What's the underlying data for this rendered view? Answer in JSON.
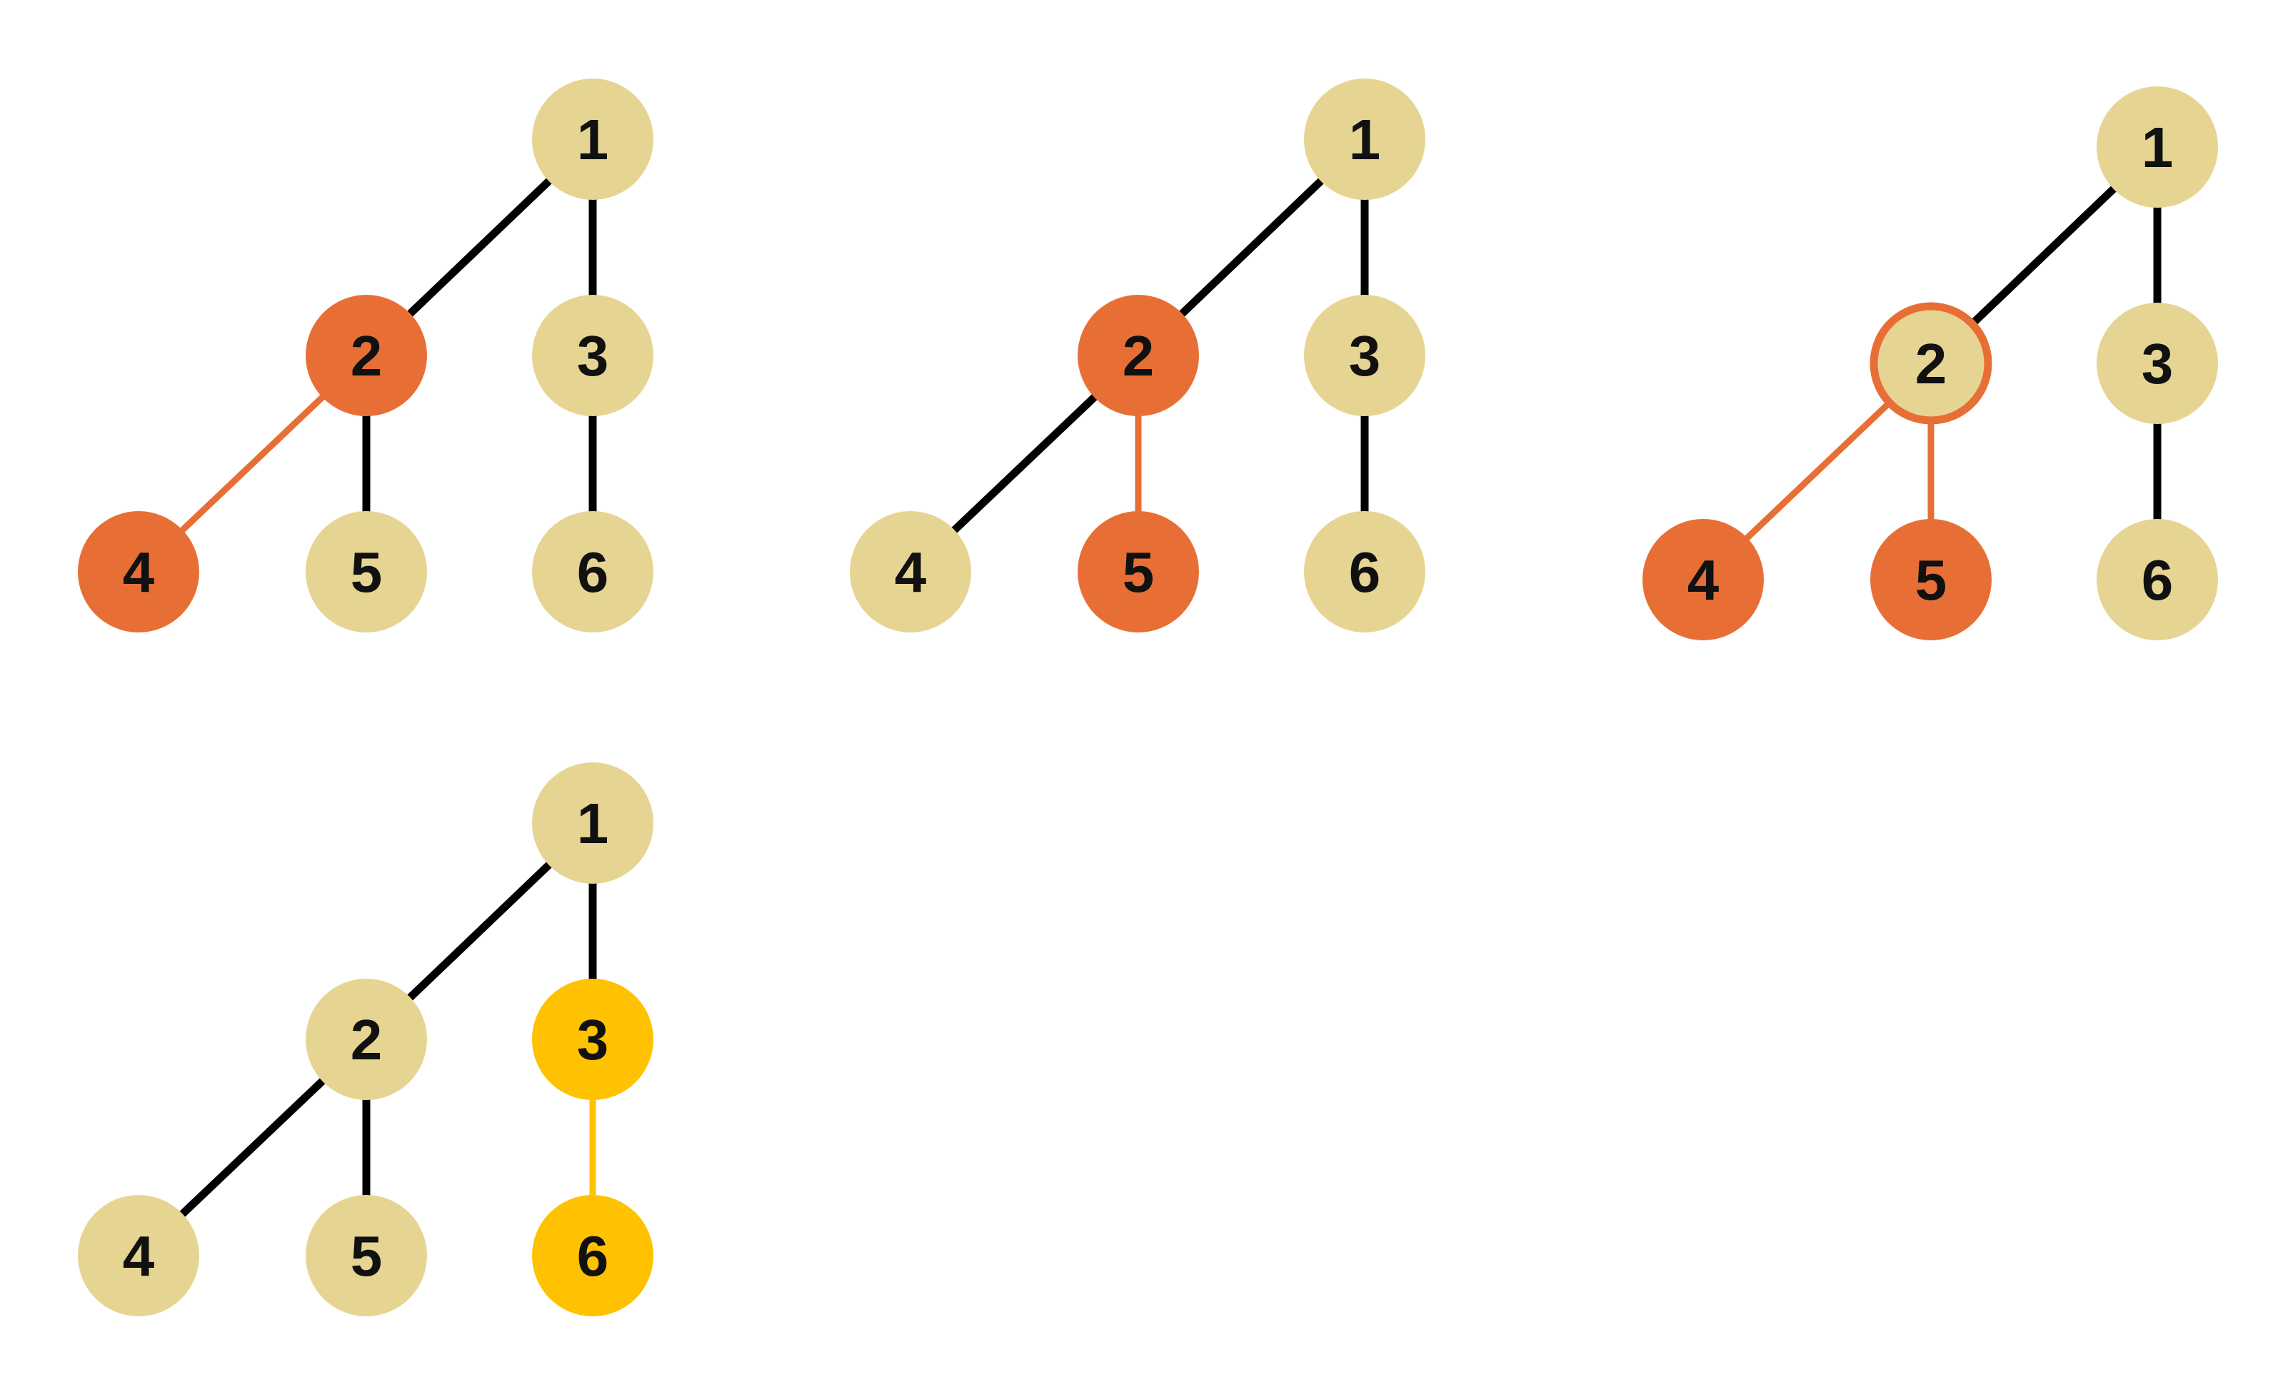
{
  "colors": {
    "background": "#ffffff",
    "node_default": "#e6d592",
    "node_highlight": "#e76f36",
    "node_alt_highlight": "#fec200",
    "edge_default": "#000000",
    "edge_highlight": "#e76f36",
    "edge_alt_highlight": "#fec200",
    "label": "#111111"
  },
  "diagrams": [
    {
      "nodes": [
        {
          "id": "1",
          "label": "1",
          "state": "default"
        },
        {
          "id": "2",
          "label": "2",
          "state": "highlight"
        },
        {
          "id": "3",
          "label": "3",
          "state": "default"
        },
        {
          "id": "4",
          "label": "4",
          "state": "highlight"
        },
        {
          "id": "5",
          "label": "5",
          "state": "default"
        },
        {
          "id": "6",
          "label": "6",
          "state": "default"
        }
      ],
      "edges": [
        {
          "from": "1",
          "to": "2",
          "state": "default"
        },
        {
          "from": "1",
          "to": "3",
          "state": "default"
        },
        {
          "from": "2",
          "to": "4",
          "state": "highlight"
        },
        {
          "from": "2",
          "to": "5",
          "state": "default"
        },
        {
          "from": "3",
          "to": "6",
          "state": "default"
        }
      ]
    },
    {
      "nodes": [
        {
          "id": "1",
          "label": "1",
          "state": "default"
        },
        {
          "id": "2",
          "label": "2",
          "state": "highlight"
        },
        {
          "id": "3",
          "label": "3",
          "state": "default"
        },
        {
          "id": "4",
          "label": "4",
          "state": "default"
        },
        {
          "id": "5",
          "label": "5",
          "state": "highlight"
        },
        {
          "id": "6",
          "label": "6",
          "state": "default"
        }
      ],
      "edges": [
        {
          "from": "1",
          "to": "2",
          "state": "default"
        },
        {
          "from": "1",
          "to": "3",
          "state": "default"
        },
        {
          "from": "2",
          "to": "4",
          "state": "default"
        },
        {
          "from": "2",
          "to": "5",
          "state": "highlight"
        },
        {
          "from": "3",
          "to": "6",
          "state": "default"
        }
      ]
    },
    {
      "nodes": [
        {
          "id": "1",
          "label": "1",
          "state": "default"
        },
        {
          "id": "2",
          "label": "2",
          "state": "outlined"
        },
        {
          "id": "3",
          "label": "3",
          "state": "default"
        },
        {
          "id": "4",
          "label": "4",
          "state": "highlight"
        },
        {
          "id": "5",
          "label": "5",
          "state": "highlight"
        },
        {
          "id": "6",
          "label": "6",
          "state": "default"
        }
      ],
      "edges": [
        {
          "from": "1",
          "to": "2",
          "state": "default"
        },
        {
          "from": "1",
          "to": "3",
          "state": "default"
        },
        {
          "from": "2",
          "to": "4",
          "state": "highlight"
        },
        {
          "from": "2",
          "to": "5",
          "state": "highlight"
        },
        {
          "from": "3",
          "to": "6",
          "state": "default"
        }
      ]
    },
    {
      "nodes": [
        {
          "id": "1",
          "label": "1",
          "state": "default"
        },
        {
          "id": "2",
          "label": "2",
          "state": "default"
        },
        {
          "id": "3",
          "label": "3",
          "state": "alt"
        },
        {
          "id": "4",
          "label": "4",
          "state": "default"
        },
        {
          "id": "5",
          "label": "5",
          "state": "default"
        },
        {
          "id": "6",
          "label": "6",
          "state": "alt"
        }
      ],
      "edges": [
        {
          "from": "1",
          "to": "2",
          "state": "default"
        },
        {
          "from": "1",
          "to": "3",
          "state": "default"
        },
        {
          "from": "2",
          "to": "4",
          "state": "default"
        },
        {
          "from": "2",
          "to": "5",
          "state": "default"
        },
        {
          "from": "3",
          "to": "6",
          "state": "alt"
        }
      ]
    }
  ]
}
